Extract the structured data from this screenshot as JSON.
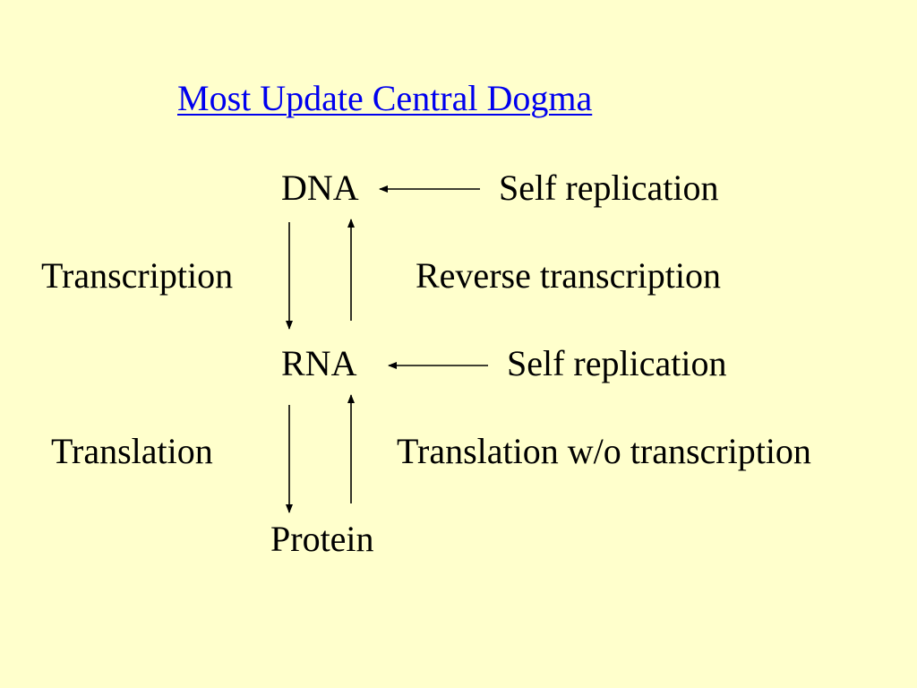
{
  "slide": {
    "background": "#FFFFCC",
    "text_color": "#000000",
    "link_color": "#0000EE"
  },
  "title": "Most Update Central Dogma",
  "nodes": {
    "dna": "DNA",
    "rna": "RNA",
    "protein": "Protein"
  },
  "labels": {
    "dna_self_replication": "Self replication",
    "transcription": "Transcription",
    "reverse_transcription": "Reverse transcription",
    "rna_self_replication": "Self replication",
    "translation": "Translation",
    "translation_without_transcription": "Translation w/o transcription"
  },
  "icons": {
    "arrow": "arrow-icon"
  }
}
